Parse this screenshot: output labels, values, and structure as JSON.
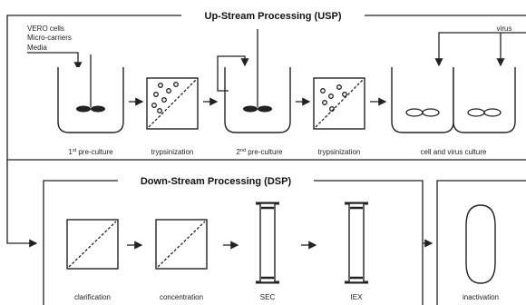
{
  "usp": {
    "title": "Up-Stream Processing (USP)",
    "inputs": [
      "VERO cells",
      "Micro-carriers",
      "Media"
    ],
    "virus_label": "virus",
    "pre_culture_1": {
      "num": "1",
      "sup": "st",
      "text": " pre-culture"
    },
    "trypsinization_1": "trypsinization",
    "pre_culture_2": {
      "num": "2",
      "sup": "nd",
      "text": " pre-culture"
    },
    "trypsinization_2": "trypsinization",
    "cell_virus_culture": "cell and virus culture"
  },
  "dsp": {
    "title": "Down-Stream Processing (DSP)",
    "clarification": "clarification",
    "concentration": "concentration",
    "sec": "SEC",
    "iex": "IEX",
    "inactivation": "inactivation"
  }
}
